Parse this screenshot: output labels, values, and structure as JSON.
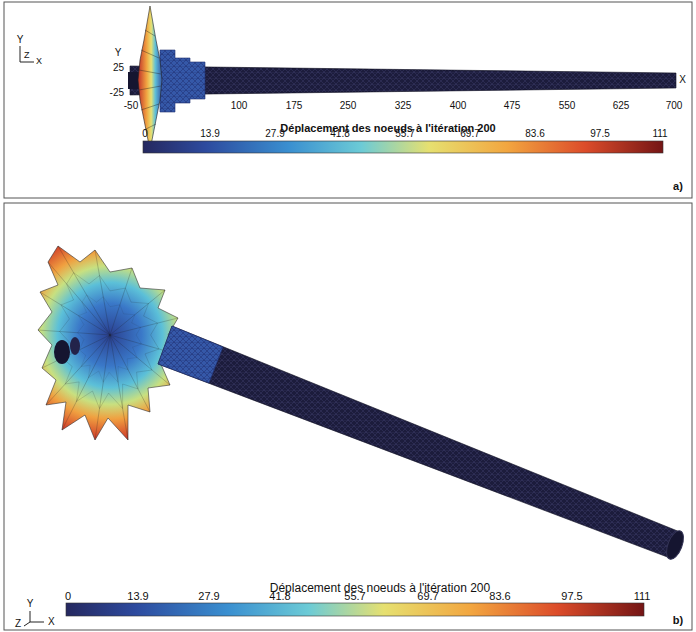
{
  "diagram": {
    "labels": [
      "Y",
      "Z",
      "X",
      "Y",
      "25",
      "-25",
      "-50",
      "100",
      "175",
      "250",
      "325",
      "400",
      "475",
      "550",
      "625",
      "700",
      "X",
      "Déplacement des noeuds à l'itération 200",
      "0",
      "13.9",
      "27.9",
      "41.8",
      "55.7",
      "69.7",
      "83.6",
      "97.5",
      "111",
      "a)",
      "Y",
      "Z",
      "X",
      "Déplacement des noeuds à l'itération 200",
      "0",
      "13.9",
      "27.9",
      "41.8",
      "55.7",
      "69.7",
      "83.6",
      "97.5",
      "111",
      "b)"
    ]
  }
}
